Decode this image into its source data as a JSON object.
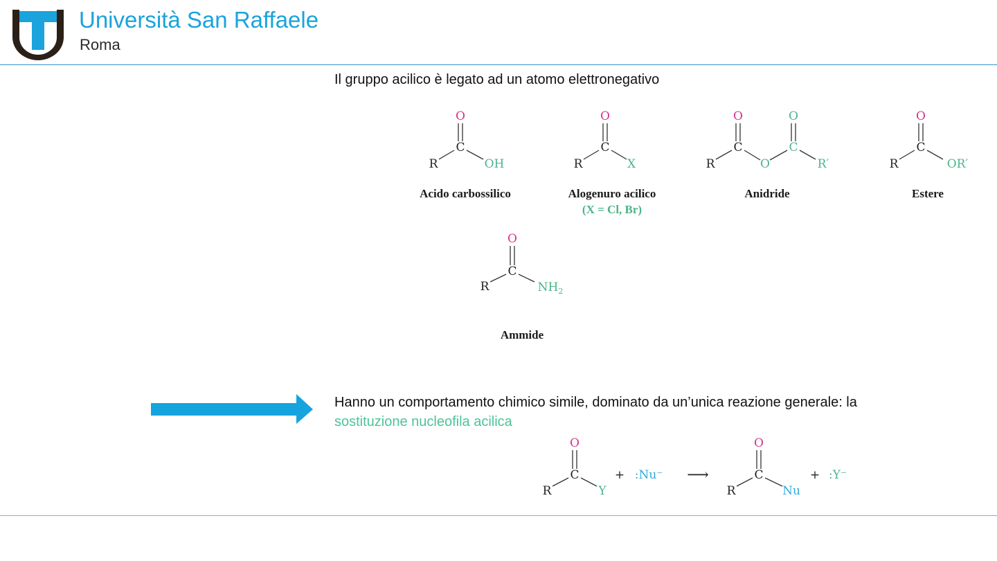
{
  "header": {
    "university": "Università San Raffaele",
    "city": "Roma"
  },
  "intro": "Il gruppo acilico è legato ad un atomo elettronegativo",
  "molecules": {
    "acid": {
      "O": "O",
      "C": "C",
      "R": "R",
      "Y": "OH",
      "name": "Acido carbossilico"
    },
    "halide": {
      "O": "O",
      "C": "C",
      "R": "R",
      "Y": "X",
      "name": "Alogenuro acilico",
      "note": "(X = Cl, Br)"
    },
    "anhydride": {
      "O": "O",
      "C": "C",
      "R": "R",
      "Ob": "O",
      "O2": "O",
      "C2": "C",
      "R2": "R′",
      "name": "Anidride"
    },
    "ester": {
      "O": "O",
      "C": "C",
      "R": "R",
      "Y": "OR′",
      "name": "Estere"
    },
    "amide": {
      "O": "O",
      "C": "C",
      "R": "R",
      "Y": "NH",
      "sub": "2",
      "name": "Ammide"
    }
  },
  "statement": {
    "text": "Hanno un comportamento chimico simile, dominato da un’unica reazione generale: la",
    "highlight": "sostituzione nucleofila acilica"
  },
  "reaction": {
    "reactant": {
      "O": "O",
      "C": "C",
      "R": "R",
      "Y": "Y"
    },
    "plus1": "+",
    "nucleophile": ":Nu⁻",
    "arrow": "⟶",
    "product": {
      "O": "O",
      "C": "C",
      "R": "R",
      "Nu": "Nu"
    },
    "plus2": "+",
    "leaving": ":Y⁻"
  },
  "colors": {
    "brand": "#1aa3dc",
    "oxygen": "#d6338a",
    "green": "#4bb58a",
    "blue": "#2fa9dc"
  }
}
